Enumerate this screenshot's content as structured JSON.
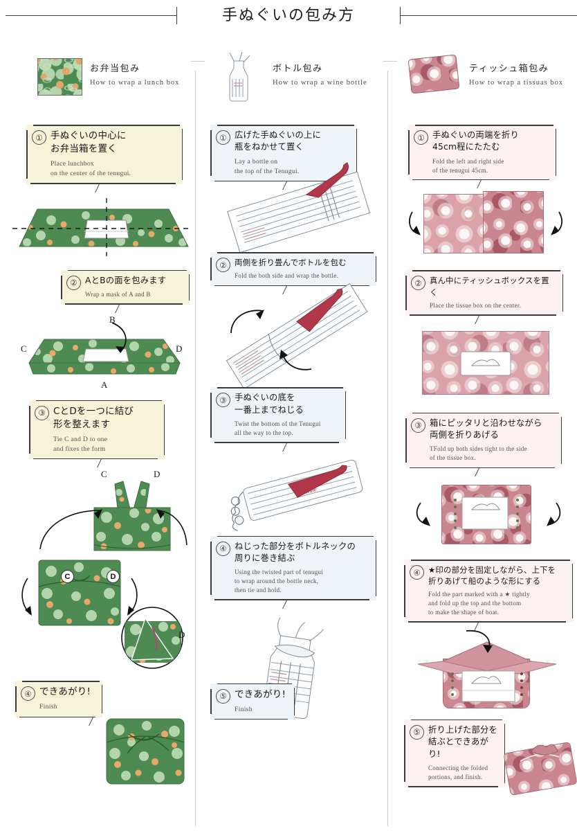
{
  "header": {
    "title": "手ぬぐいの包み方"
  },
  "columns": [
    {
      "id": "lunchbox",
      "theme": "green",
      "jp_title": "お弁当包み",
      "en_title": "How to wrap a lunch box",
      "thumb_icon": "green-cloth-swatch",
      "steps": [
        {
          "num": "①",
          "jp": "手ぬぐいの中心に\nお弁当箱を置く",
          "en": "Place lunchbox\non the center of the tenugui.",
          "figure": "tenugui-flat-with-box",
          "labels": []
        },
        {
          "num": "②",
          "jp": "AとBの面を包みます",
          "en": "Wrap a mask of A and B",
          "figure": "tenugui-folded-ab",
          "labels": [
            "A",
            "B",
            "C",
            "D"
          ]
        },
        {
          "num": "③",
          "jp": "CとDを一つに結び\n形を整えます",
          "en": "Tie C and D to one\nand fixes the form",
          "figure": "tenugui-tie-cd",
          "labels": [
            "C",
            "D"
          ]
        },
        {
          "num": "④",
          "jp": "できあがり!",
          "en": "Finish",
          "figure": "lunchbox-finished",
          "labels": []
        }
      ]
    },
    {
      "id": "bottle",
      "theme": "blue",
      "jp_title": "ボトル包み",
      "en_title": "How to wrap a wine bottle",
      "thumb_icon": "wrapped-bottle-swatch",
      "steps": [
        {
          "num": "①",
          "jp": "広げた手ぬぐいの上に\n瓶をねかせて置く",
          "en": "Lay a bottle on\nthe top of the Tenugui.",
          "figure": "bottle-on-cloth",
          "labels": []
        },
        {
          "num": "②",
          "jp": "両側を折り畳んでボトルを包む",
          "en": "Fold the both side and wrap the bottle.",
          "figure": "bottle-sides-folded",
          "labels": []
        },
        {
          "num": "③",
          "jp": "手ぬぐいの底を\n一番上までねじる",
          "en": "Twist the bottom of the Tenugui\nall the way to the top.",
          "figure": "bottle-twisted",
          "labels": []
        },
        {
          "num": "④",
          "jp": "ねじった部分をボトルネックの\n周りに巻き結ぶ",
          "en": "Using the twisted part of tenugui\nto wrap around the bottle neck,\nthen tie and hold.",
          "figure": "bottle-neck-tied",
          "labels": []
        },
        {
          "num": "⑤",
          "jp": "できあがり!",
          "en": "Finish",
          "figure": "bottle-finished",
          "labels": []
        }
      ]
    },
    {
      "id": "tissuebox",
      "theme": "pink",
      "jp_title": "ティッシュ箱包み",
      "en_title": "How to wrap a tissuas box",
      "thumb_icon": "pink-wrapped-tissue-swatch",
      "steps": [
        {
          "num": "①",
          "jp": "手ぬぐいの両端を折り\n45cm程にたたむ",
          "en": "Fold the left and right side\nof the tenugui 45cm.",
          "figure": "tissue-cloth-fold-sides",
          "labels": []
        },
        {
          "num": "②",
          "jp": "真ん中にティッシュボックスを置く",
          "en": "Place the tissue box on the center.",
          "figure": "tissue-box-centered",
          "labels": []
        },
        {
          "num": "③",
          "jp": "箱にピッタリと沿わせながら\n両側を折りあげる",
          "en": "TFold up both sides tight to the side\nof the tissue box.",
          "figure": "tissue-sides-up",
          "labels": []
        },
        {
          "num": "④",
          "jp": "★印の部分を固定しながら、上下を\n折りあげて船のような形にする",
          "en": "Fold the part marked with a ★ tightly\nand fold up the top and the bottom\nto make the shape of boat.",
          "figure": "tissue-boat-shape",
          "labels": [
            "★",
            "★"
          ]
        },
        {
          "num": "⑤",
          "jp": "折り上げた部分を\n結ぶとできあがり!",
          "en": "Connecting the folded\nportions, and finish.",
          "figure": "tissue-finished",
          "labels": []
        }
      ]
    }
  ],
  "colors": {
    "cloth_green": "#4e8b52",
    "cloth_green_light": "#c6e1be",
    "cloth_dot": "#e8a86a",
    "cloth_pink": "#c9868f",
    "cloth_pink_light": "#d9a3a9",
    "bottle_red": "#b1374a",
    "callout_green_bg": "#f7f3d8",
    "callout_blue_bg": "#eef3f7",
    "callout_pink_bg": "#fdf1f1",
    "ink": "#3a3a3a"
  }
}
